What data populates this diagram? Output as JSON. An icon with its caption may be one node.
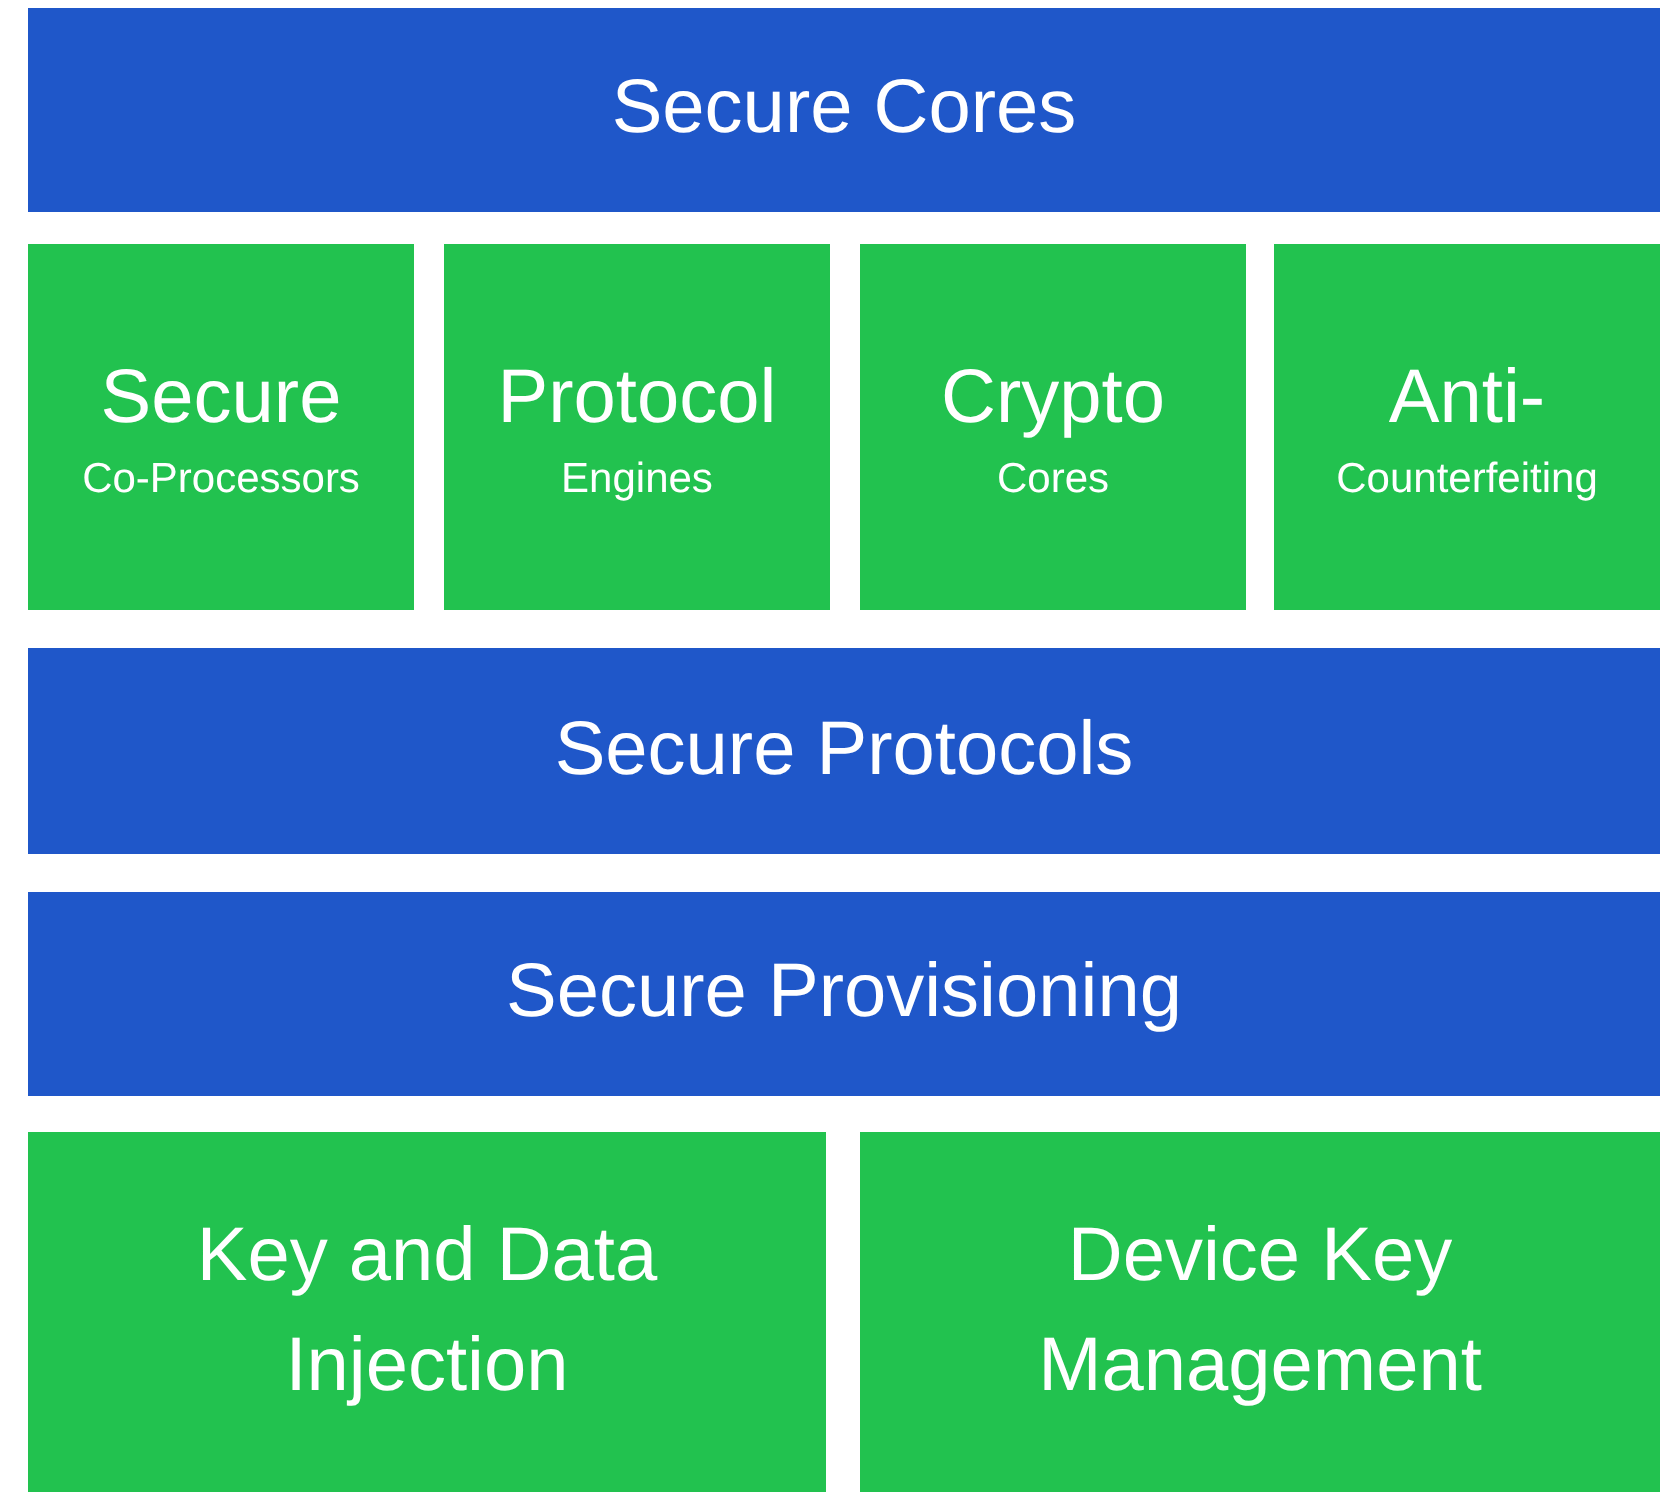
{
  "diagram": {
    "nodes": [
      {
        "text": [
          "Secure Cores"
        ]
      },
      {
        "text": [
          "Secure",
          "Co-Processors"
        ]
      },
      {
        "text": [
          "Protocol",
          "Engines"
        ]
      },
      {
        "text": [
          "Crypto",
          "Cores"
        ]
      },
      {
        "text": [
          "Anti-",
          "Counterfeiting"
        ]
      },
      {
        "text": [
          "Secure Protocols"
        ]
      },
      {
        "text": [
          "Secure Provisioning"
        ]
      },
      {
        "text": [
          "Key and Data Injection"
        ]
      },
      {
        "text": [
          "Device Key Management"
        ]
      }
    ]
  }
}
